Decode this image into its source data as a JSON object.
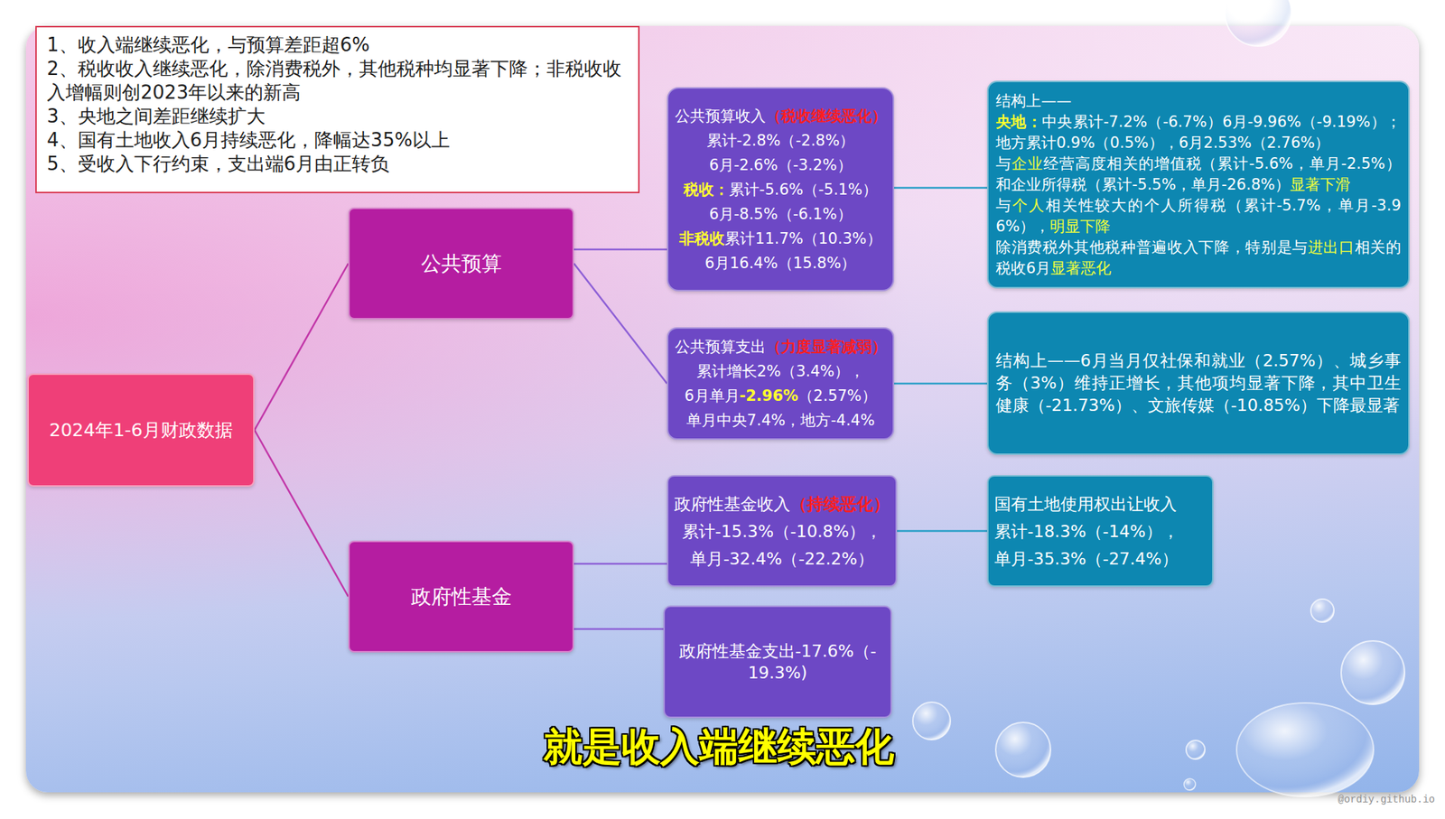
{
  "diagram": {
    "nodes": [
      {
        "text": [
          "1、收入端继续恶化，与预算差距超6%",
          "2、税收收入继续恶化，除消费税外，其他税种均显著下降；非税收收入增幅则创2023年以来的新高",
          "3、央地之间差距继续扩大",
          "4、国有土地收入6月持续恶化，降幅达35%以上",
          "5、受收入下行约束，支出端6月由正转负"
        ]
      },
      {
        "text": [
          "2024年1-6月财政数据"
        ]
      },
      {
        "text": [
          "公共预算"
        ]
      },
      {
        "text": [
          "公共预算收入",
          "（税收继续恶化）",
          "累计-2.8%（-2.8%）",
          "6月-2.6%（-3.2%）",
          "税收：",
          "累计-5.6%（-5.1%）",
          "6月-8.5%（-6.1%）",
          "非税收",
          "累计11.7%（10.3%）",
          "6月16.4%（15.8%）"
        ]
      },
      {
        "text": [
          "结构上——",
          "央地：",
          "中央累计-7.2%（-6.7%）6月-9.96%（-9.19%）；地方累计0.9%（0.5%），6月2.53%（2.76%）",
          "与",
          "企业",
          "经营高度相关的增值税（累计-5.6%，单月-2.5%）和企业所得税（累计-5.5%，单月-26.8%）",
          "显著下滑",
          "与",
          "个人",
          "相关性较大的个人所得税（累计-5.7%，单月-3.96%），",
          "明显下降",
          "除消费税外其他税种普遍收入下降，特别是与",
          "进出口",
          "相关的税收6月",
          "显著恶化"
        ]
      },
      {
        "text": [
          "公共预算支出",
          "（力度显著减弱）",
          "累计增长2%（3.4%），",
          "6月单月",
          "-2.96%",
          "（2.57%）",
          "单月中央7.4%，地方-4.4%"
        ]
      },
      {
        "text": [
          "结构上——6月当月仅社保和就业（2.57%）、城乡事务（3%）维持正增长，其他项均显著下降，其中卫生健康（-21.73%）、文旅传媒（-10.85%）下降最显著"
        ]
      },
      {
        "text": [
          "政府性基金"
        ]
      },
      {
        "text": [
          "政府性基金收入",
          "（持续恶化）",
          "累计-15.3%（-10.8%），",
          "单月-32.4%（-22.2%）"
        ]
      },
      {
        "text": [
          "国有土地使用权出让收入",
          "累计-18.3%（-14%），",
          "单月-35.3%（-27.4%）"
        ]
      },
      {
        "text": [
          "政府性基金支出-17.6%（-19.3%)"
        ]
      }
    ],
    "edges": [
      {
        "from": 1,
        "to": 2,
        "arrow": "none"
      },
      {
        "from": 1,
        "to": 7,
        "arrow": "none"
      },
      {
        "from": 2,
        "to": 3,
        "arrow": "none"
      },
      {
        "from": 2,
        "to": 5,
        "arrow": "none"
      },
      {
        "from": 3,
        "to": 4,
        "arrow": "none"
      },
      {
        "from": 5,
        "to": 6,
        "arrow": "none"
      },
      {
        "from": 7,
        "to": 8,
        "arrow": "none"
      },
      {
        "from": 7,
        "to": 10,
        "arrow": "none"
      },
      {
        "from": 8,
        "to": 9,
        "arrow": "none"
      }
    ],
    "labels": [
      "就是收入端继续恶化",
      "@ordiy.github.io"
    ]
  }
}
